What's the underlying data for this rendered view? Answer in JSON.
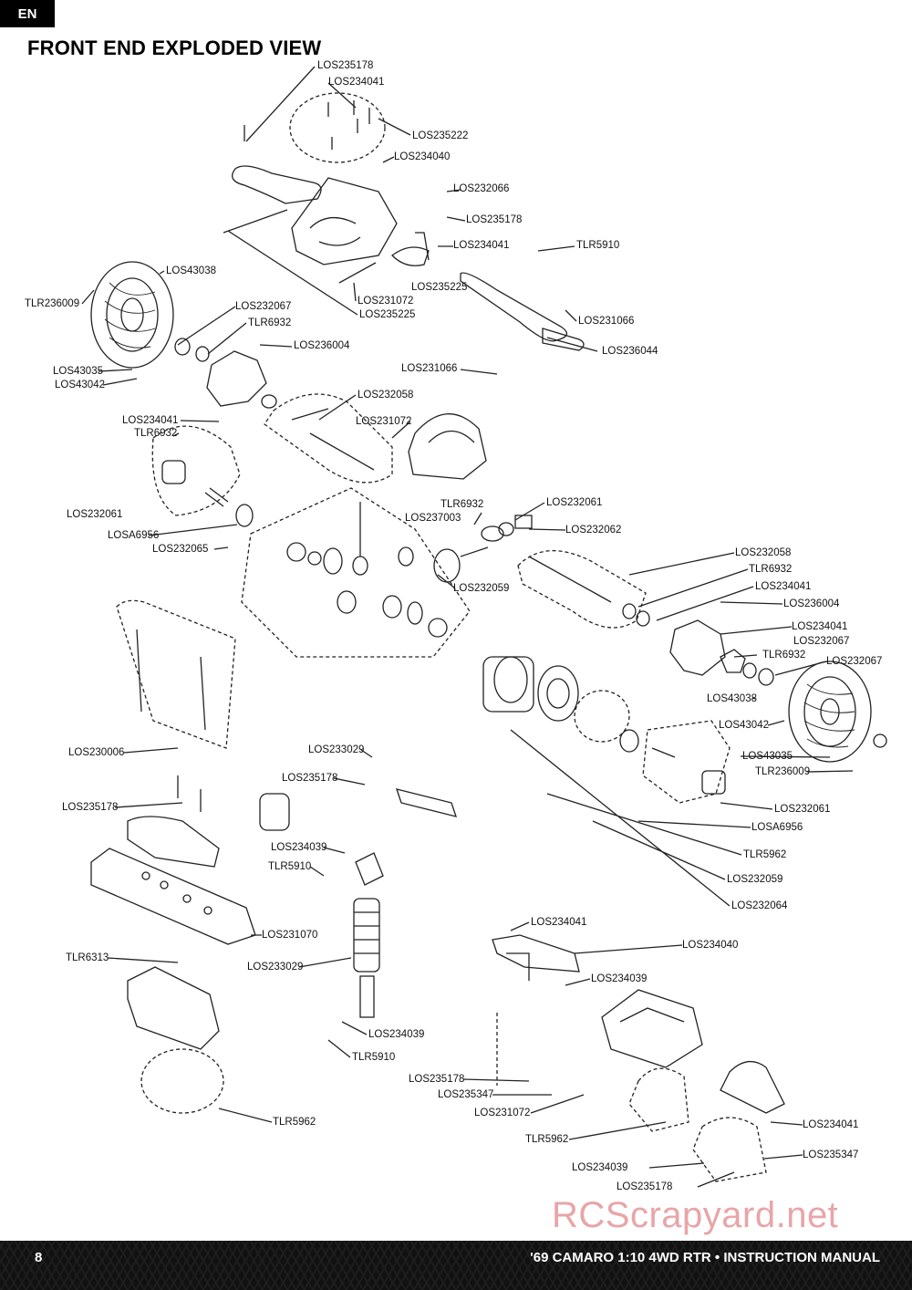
{
  "lang_tab": "EN",
  "title": "FRONT END EXPLODED VIEW",
  "callouts": [
    "LOS235178",
    "LOS234041",
    "LOS235222",
    "LOS234040",
    "LOS232066",
    "LOS235178",
    "LOS234041",
    "TLR5910",
    "LOS43038",
    "TLR236009",
    "LOS232067",
    "TLR6932",
    "LOS231072",
    "LOS235225",
    "LOS235225",
    "LOS231066",
    "LOS236004",
    "LOS236044",
    "LOS43035",
    "LOS43042",
    "LOS231066",
    "LOS232058",
    "LOS234041",
    "TLR6932",
    "LOS231072",
    "LOS232061",
    "TLR6932",
    "LOS232061",
    "LOS237003",
    "LOS232062",
    "LOSA6956",
    "LOS232065",
    "LOS232059",
    "LOS232058",
    "TLR6932",
    "LOS234041",
    "LOS236004",
    "LOS234041",
    "LOS232067",
    "TLR6932",
    "LOS232067",
    "LOS43038",
    "LOS43042",
    "LOS230006",
    "LOS43035",
    "TLR236009",
    "LOS233029",
    "LOS235178",
    "LOS235178",
    "LOS232061",
    "LOSA6956",
    "LOS234039",
    "TLR5910",
    "TLR5962",
    "LOS232059",
    "LOS232064",
    "LOS231070",
    "LOS233029",
    "LOS234041",
    "LOS234040",
    "TLR6313",
    "LOS234039",
    "LOS234039",
    "TLR5910",
    "LOS235178",
    "LOS235347",
    "LOS231072",
    "TLR5962",
    "TLR5962",
    "LOS234041",
    "LOS234039",
    "LOS235347",
    "LOS235178"
  ],
  "footer": {
    "page_number": "8",
    "manual_title": "'69 CAMARO 1:10 4WD RTR • INSTRUCTION MANUAL"
  },
  "watermark": "RCScrapyard.net"
}
